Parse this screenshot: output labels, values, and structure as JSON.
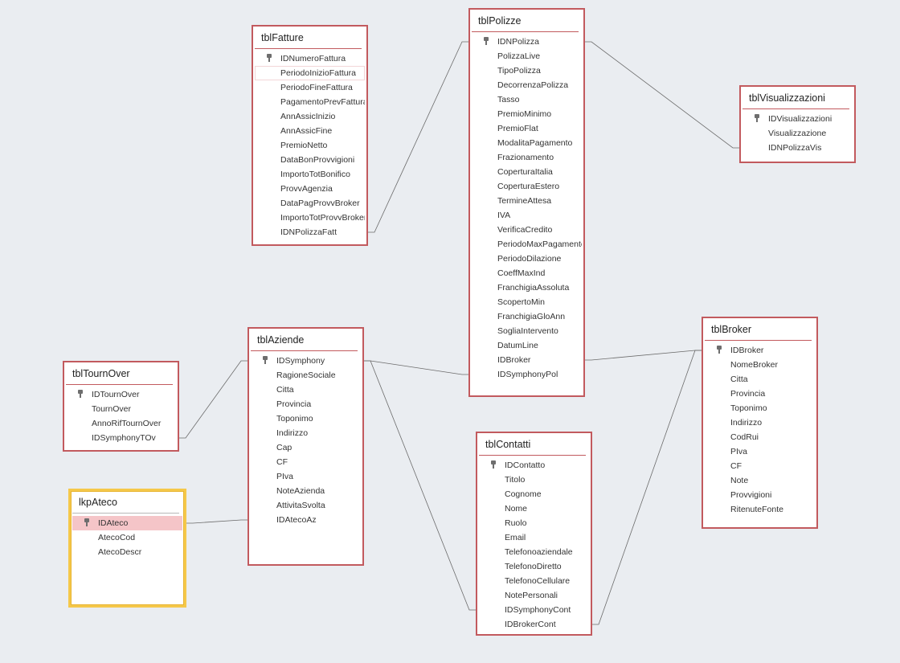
{
  "tables": [
    {
      "id": "tblFatture",
      "title": "tblFatture",
      "fields": [
        "IDNumeroFattura",
        "PeriodoInizioFattura",
        "PeriodoFineFattura",
        "PagamentoPrevFattura",
        "AnnAssicInizio",
        "AnnAssicFine",
        "PremioNetto",
        "DataBonProvvigioni",
        "ImportoTotBonifico",
        "ProvvAgenzia",
        "DataPagProvvBroker",
        "ImportoTotProvvBroker",
        "IDNPolizzaFatt"
      ],
      "key_field": 0
    },
    {
      "id": "tblPolizze",
      "title": "tblPolizze",
      "fields": [
        "IDNPolizza",
        "PolizzaLive",
        "TipoPolizza",
        "DecorrenzaPolizza",
        "Tasso",
        "PremioMinimo",
        "PremioFlat",
        "ModalitaPagamento",
        "Frazionamento",
        "CoperturaItalia",
        "CoperturaEstero",
        "TermineAttesa",
        "IVA",
        "VerificaCredito",
        "PeriodoMaxPagamento",
        "PeriodoDilazione",
        "CoeffMaxInd",
        "FranchigiaAssoluta",
        "ScopertoMin",
        "FranchigiaGloAnn",
        "SogliaIntervento",
        "DatumLine",
        "IDBroker",
        "IDSymphonyPol"
      ],
      "key_field": 0
    },
    {
      "id": "tblVisualizzazioni",
      "title": "tblVisualizzazioni",
      "fields": [
        "IDVisualizzazioni",
        "Visualizzazione",
        "IDNPolizzaVis"
      ],
      "key_field": 0
    },
    {
      "id": "tblAziende",
      "title": "tblAziende",
      "fields": [
        "IDSymphony",
        "RagioneSociale",
        "Citta",
        "Provincia",
        "Toponimo",
        "Indirizzo",
        "Cap",
        "CF",
        "PIva",
        "NoteAzienda",
        "AttivitaSvolta",
        "IDAtecoAz"
      ],
      "key_field": 0
    },
    {
      "id": "tblBroker",
      "title": "tblBroker",
      "fields": [
        "IDBroker",
        "NomeBroker",
        "Citta",
        "Provincia",
        "Toponimo",
        "Indirizzo",
        "CodRui",
        "PIva",
        "CF",
        "Note",
        "Provvigioni",
        "RitenuteFonte"
      ],
      "key_field": 0
    },
    {
      "id": "tblTournOver",
      "title": "tblTournOver",
      "fields": [
        "IDTournOver",
        "TournOver",
        "AnnoRifTournOver",
        "IDSymphonyTOv"
      ],
      "key_field": 0
    },
    {
      "id": "lkpAteco",
      "title": "lkpAteco",
      "fields": [
        "IDAteco",
        "AtecoCod",
        "AtecoDescr"
      ],
      "key_field": 0
    },
    {
      "id": "tblContatti",
      "title": "tblContatti",
      "fields": [
        "IDContatto",
        "Titolo",
        "Cognome",
        "Nome",
        "Ruolo",
        "Email",
        "Telefonoaziendale",
        "TelefonoDiretto",
        "TelefonoCellulare",
        "NotePersonali",
        "IDSymphonyCont",
        "IDBrokerCont"
      ],
      "key_field": 0
    }
  ],
  "relationships": [
    {
      "from": "tblFatture.IDNPolizzaFatt",
      "to": "tblPolizze.IDNPolizza"
    },
    {
      "from": "tblPolizze.IDNPolizza",
      "to": "tblVisualizzazioni.IDNPolizzaVis"
    },
    {
      "from": "tblAziende.IDSymphony",
      "to": "tblPolizze.IDSymphonyPol"
    },
    {
      "from": "tblBroker.IDBroker",
      "to": "tblPolizze.IDBroker"
    },
    {
      "from": "tblTournOver.IDSymphonyTOv",
      "to": "tblAziende.IDSymphony"
    },
    {
      "from": "lkpAteco.IDAteco",
      "to": "tblAziende.IDAtecoAz"
    },
    {
      "from": "tblAziende.IDSymphony",
      "to": "tblContatti.IDSymphonyCont"
    },
    {
      "from": "tblBroker.IDBroker",
      "to": "tblContatti.IDBrokerCont"
    }
  ],
  "selection": {
    "table": "lkpAteco",
    "field": "IDAteco",
    "focused_table": "tblFatture",
    "focused_field": "PeriodoInizioFattura"
  },
  "colors": {
    "table_border": "#c25a5e",
    "selected_border": "#f5c84a",
    "field_highlight": "#f5c5c8",
    "canvas": "#eaedf1",
    "relationship_line": "#6b6b6b"
  }
}
